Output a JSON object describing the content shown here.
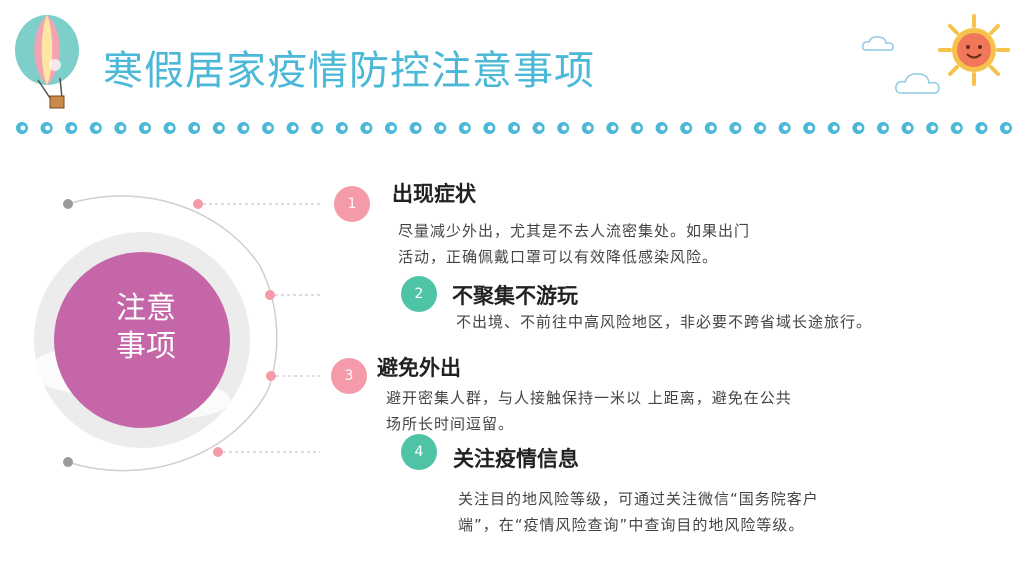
{
  "title": "寒假居家疫情防控注意事项",
  "center_label": [
    "注意",
    "事项"
  ],
  "items": [
    {
      "number": "1",
      "heading": "出现症状",
      "body": [
        "尽量减少外出，尤其是不去人流密集处。如果出门",
        "活动，正确佩戴口罩可以有效降低感染风险。"
      ]
    },
    {
      "number": "2",
      "heading": "不聚集不游玩",
      "body": [
        "不出境、不前往中高风险地区，非必要不跨省域长途旅行。"
      ]
    },
    {
      "number": "3",
      "heading": "避免外出",
      "body": [
        "避开密集人群，与人接触保持一米以 上距离，避免在公共",
        "场所长时间逗留。"
      ]
    },
    {
      "number": "4",
      "heading": "关注疫情信息",
      "body": [
        "关注目的地风险等级，可通过关注微信“国务院客户",
        "端”，在“疫情风险查询”中查询目的地风险等级。"
      ]
    }
  ],
  "colors": {
    "title": "#4ab8d6",
    "accent_pink": "#f59aa8",
    "accent_teal": "#4ec3a6",
    "center_circle": "#c566a8"
  }
}
